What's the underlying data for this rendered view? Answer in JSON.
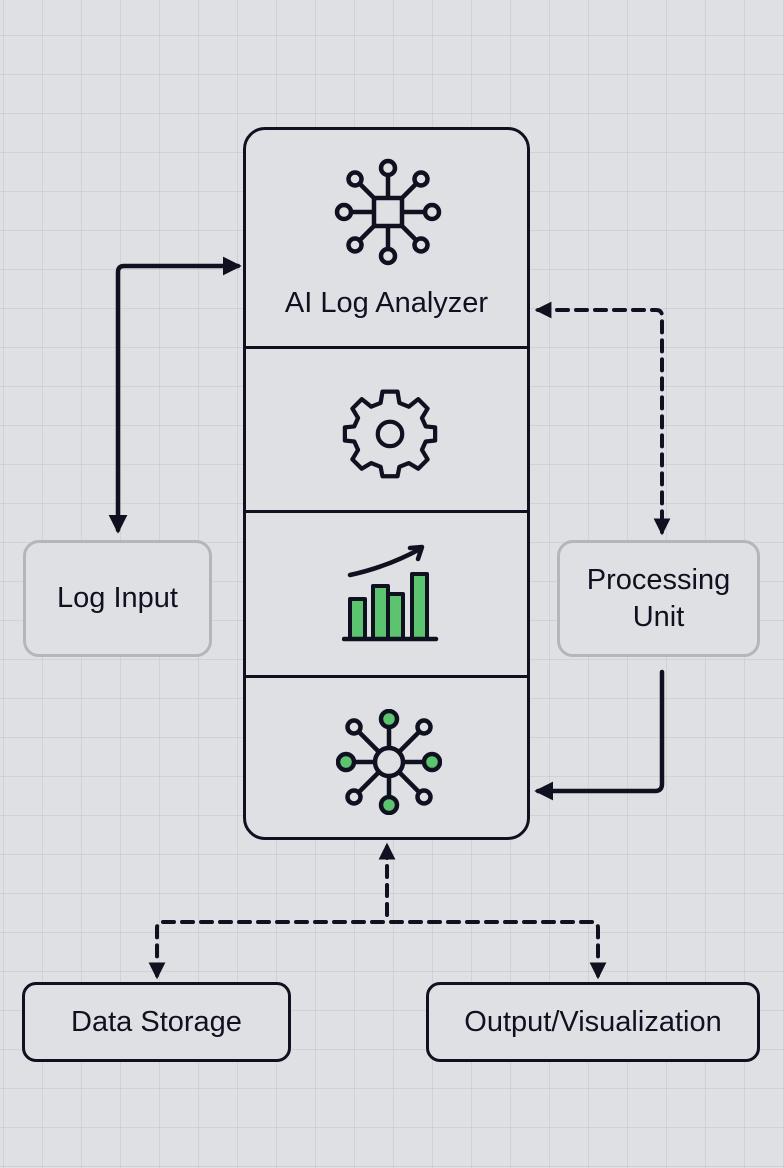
{
  "diagram": {
    "core": {
      "title": "AI Log Analyzer",
      "sections": [
        {
          "icon": "network-chip-icon",
          "label": "AI Log Analyzer"
        },
        {
          "icon": "gear-icon"
        },
        {
          "icon": "bar-chart-trend-icon"
        },
        {
          "icon": "network-hub-icon"
        }
      ]
    },
    "nodes": {
      "log_input": "Log Input",
      "processing_unit_line1": "Processing",
      "processing_unit_line2": "Unit",
      "data_storage": "Data Storage",
      "output_visualization": "Output/Visualization"
    },
    "connections": [
      {
        "from": "Log Input",
        "to": "AI Log Analyzer",
        "style": "solid",
        "direction": "bidirectional"
      },
      {
        "from": "AI Log Analyzer",
        "to": "Processing Unit",
        "style": "dashed",
        "direction": "bidirectional"
      },
      {
        "from": "Processing Unit",
        "to": "AI Log Analyzer",
        "style": "solid",
        "direction": "to-core"
      },
      {
        "from": "AI Log Analyzer",
        "to": "Data Storage",
        "style": "dashed",
        "direction": "bidirectional"
      },
      {
        "from": "AI Log Analyzer",
        "to": "Output/Visualization",
        "style": "dashed",
        "direction": "bidirectional"
      }
    ],
    "colors": {
      "line": "#0f1120",
      "accent_green": "#5cc46e",
      "background": "#dfe0e4",
      "light_border": "#b4b6bb"
    }
  }
}
